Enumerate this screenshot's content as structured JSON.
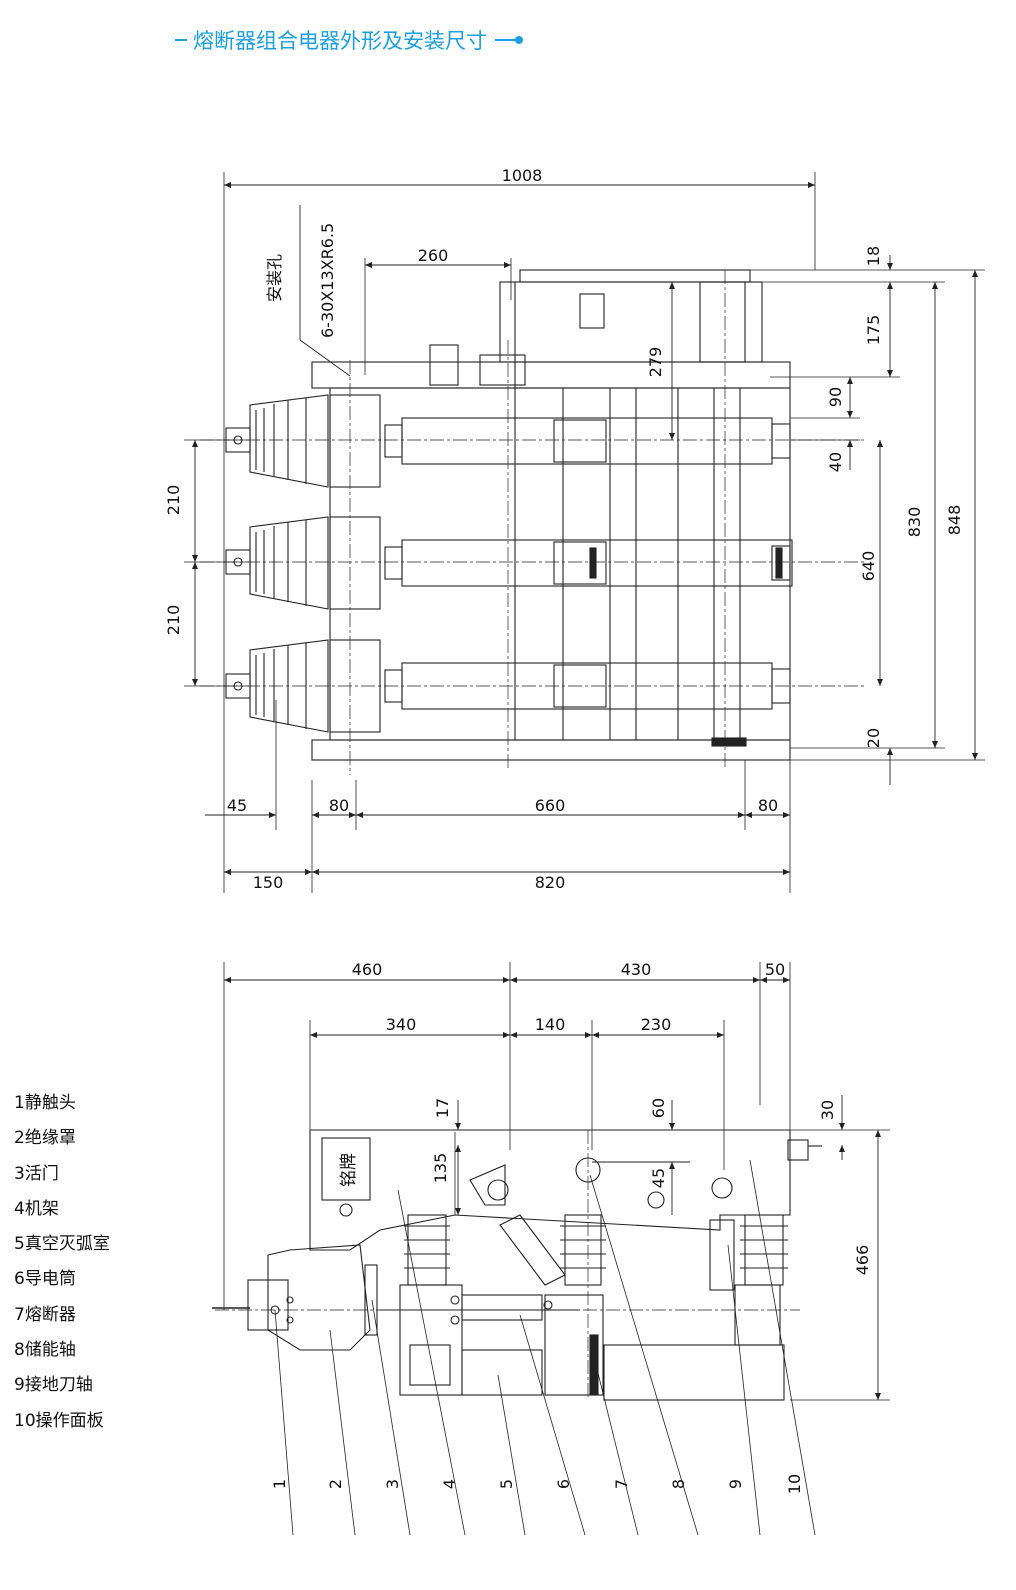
{
  "title": "熔断器组合电器外形及安装尺寸",
  "top_view": {
    "dims": {
      "w1008": "1008",
      "w260": "260",
      "hole": "6-30X13XR6.5",
      "install_hole": "安装孔",
      "h18": "18",
      "h175": "175",
      "h279": "279",
      "h90": "90",
      "h40": "40",
      "h210a": "210",
      "h210b": "210",
      "h830": "830",
      "h848": "848",
      "h640": "640",
      "h20": "20",
      "w45": "45",
      "w80a": "80",
      "w660": "660",
      "w80b": "80",
      "w150": "150",
      "w820": "820"
    }
  },
  "side_view": {
    "dims": {
      "w460": "460",
      "w430": "430",
      "w50": "50",
      "w340": "340",
      "w140": "140",
      "w230": "230",
      "h17": "17",
      "h60": "60",
      "h30": "30",
      "h135": "135",
      "h45": "45",
      "h466": "466"
    },
    "nameplate": "铭牌",
    "callouts": [
      "1",
      "2",
      "3",
      "4",
      "5",
      "6",
      "7",
      "8",
      "9",
      "10"
    ]
  },
  "legend": [
    "1静触头",
    "2绝缘罩",
    "3活门",
    "4机架",
    "5真空灭弧室",
    "6导电筒",
    "7熔断器",
    "8储能轴",
    "9接地刀轴",
    "10操作面板"
  ]
}
